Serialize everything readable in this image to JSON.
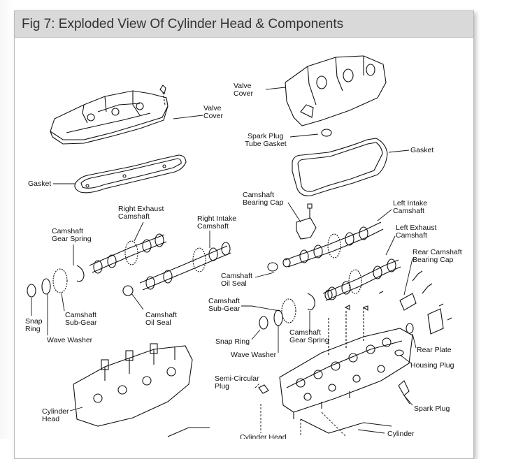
{
  "title": "Fig 7: Exploded View Of Cylinder Head & Components",
  "labels": {
    "valve_cover_left": [
      "Valve",
      "Cover"
    ],
    "valve_cover_right": [
      "Valve",
      "Cover"
    ],
    "spark_plug_tube_gasket": [
      "Spark Plug",
      "Tube Gasket"
    ],
    "gasket_left": [
      "Gasket"
    ],
    "gasket_right": [
      "Gasket"
    ],
    "camshaft_bearing_cap": [
      "Camshaft",
      "Bearing Cap"
    ],
    "left_intake_camshaft": [
      "Left Intake",
      "Camshaft"
    ],
    "left_exhaust_camshaft": [
      "Left Exhaust",
      "Camshaft"
    ],
    "right_exhaust_camshaft": [
      "Right Exhaust",
      "Camshaft"
    ],
    "right_intake_camshaft": [
      "Right Intake",
      "Camshaft"
    ],
    "camshaft_gear_spring_left": [
      "Camshaft",
      "Gear Spring"
    ],
    "rear_camshaft_bearing_cap": [
      "Rear Camshaft",
      "Bearing Cap"
    ],
    "camshaft_oil_seal_mid": [
      "Camshaft",
      "Oil Seal"
    ],
    "camshaft_oil_seal_left": [
      "Camshaft",
      "Oil Seal"
    ],
    "camshaft_sub_gear_left": [
      "Camshaft",
      "Sub-Gear"
    ],
    "camshaft_sub_gear_right": [
      "Camshaft",
      "Sub-Gear"
    ],
    "snap_ring_left": [
      "Snap",
      "Ring"
    ],
    "wave_washer_left": [
      "Wave Washer"
    ],
    "camshaft_gear_spring_right": [
      "Camshaft",
      "Gear Spring"
    ],
    "snap_ring_right": [
      "Snap Ring"
    ],
    "wave_washer_right": [
      "Wave Washer"
    ],
    "rear_plate": [
      "Rear Plate"
    ],
    "housing_plug": [
      "Housing Plug"
    ],
    "semi_circular_plug": [
      "Semi-Circular",
      "Plug"
    ],
    "cylinder_head_left": [
      "Cylinder",
      "Head"
    ],
    "spark_plug": [
      "Spark Plug"
    ],
    "cylinder_head_bottom": [
      "Cylinder Head"
    ],
    "cylinder_bottom_right": [
      "Cylinder"
    ]
  },
  "colors": {
    "title_bar": "#d9d9d9",
    "line_art": "#111111",
    "frame_border": "#b9b9b9"
  }
}
